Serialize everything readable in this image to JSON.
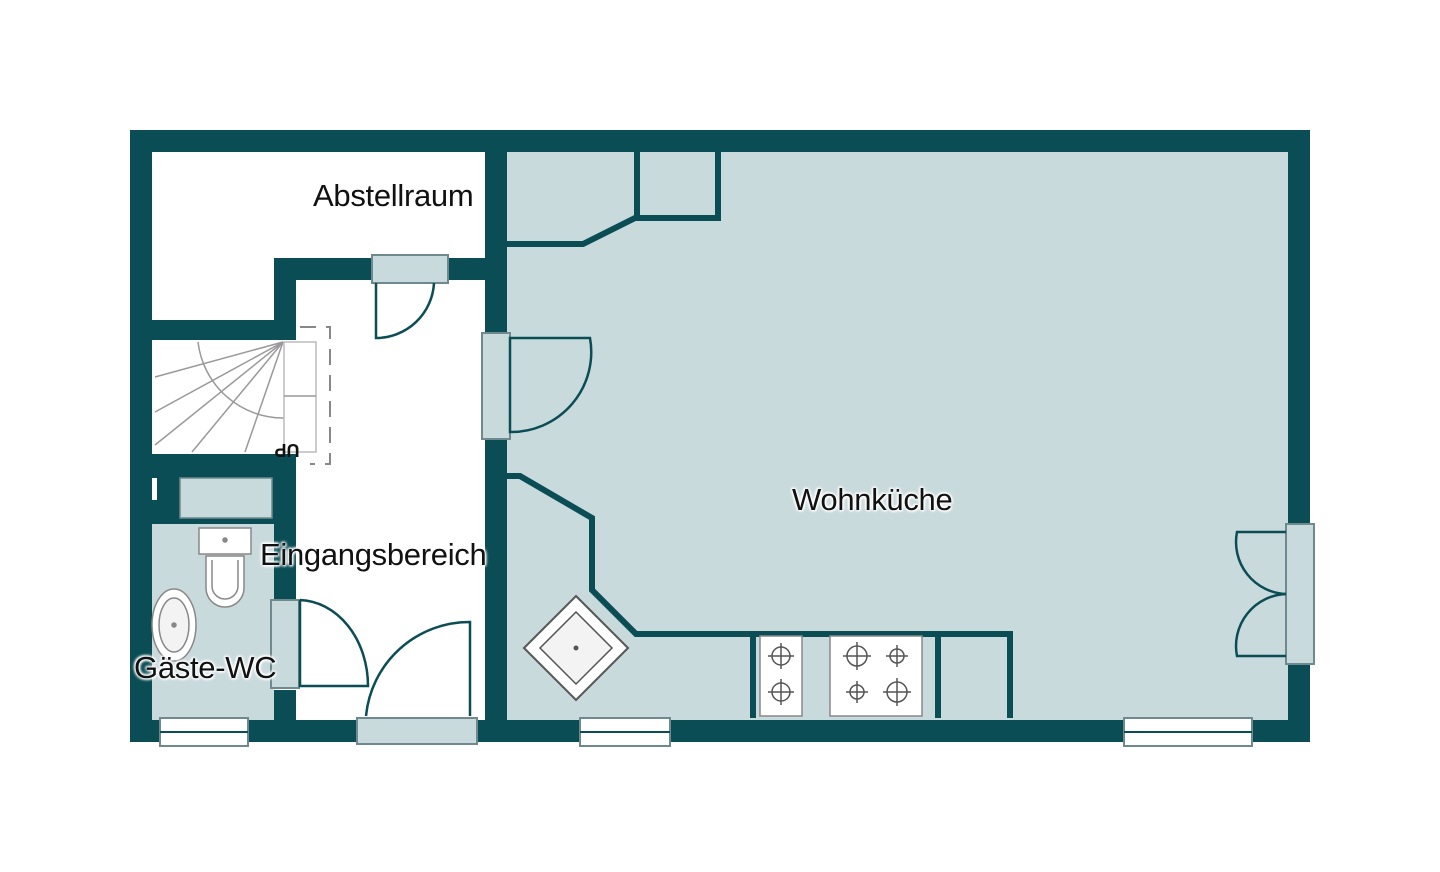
{
  "plan": {
    "colors": {
      "wall": "#0b4d55",
      "floor_tinted": "#c9dadd",
      "floor_white": "#ffffff",
      "fixture_line": "#555555",
      "window_frame": "#6e8a8e"
    },
    "rooms": [
      {
        "id": "abstellraum",
        "label": "Abstellraum"
      },
      {
        "id": "eingangsbereich",
        "label": "Eingangsbereich"
      },
      {
        "id": "gaeste-wc",
        "label": "Gäste-WC"
      },
      {
        "id": "wohnkueche",
        "label": "Wohnküche"
      }
    ],
    "stair_label": "UP"
  }
}
